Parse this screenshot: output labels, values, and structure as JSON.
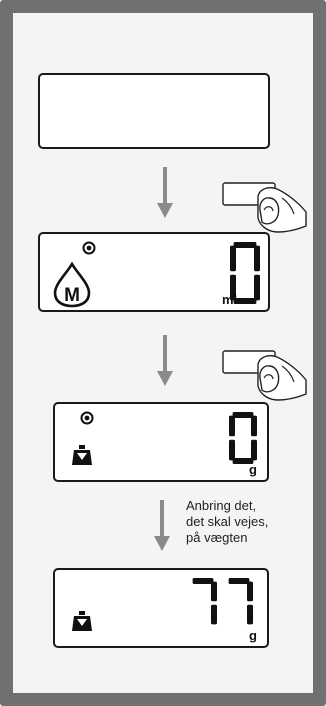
{
  "colors": {
    "frame": "#707070",
    "background": "#f4f4f4",
    "panel_border": "#1a1a1a",
    "arrow": "#8a8a8a",
    "segment": "#111111"
  },
  "steps": [
    {
      "display_value": "",
      "unit": "",
      "icons": []
    },
    {
      "display_value": "0",
      "unit": "ml",
      "icons": [
        "target-icon",
        "milk-drop-icon"
      ],
      "drop_letter": "M"
    },
    {
      "display_value": "0",
      "unit": "g",
      "icons": [
        "target-icon",
        "weight-icon"
      ]
    },
    {
      "display_value": "77",
      "unit": "g",
      "icons": [
        "weight-icon"
      ]
    }
  ],
  "instruction": "Anbring det,\ndet skal vejes,\npå vægten",
  "icons": [
    "down-arrow-icon",
    "press-button-hand-icon"
  ]
}
